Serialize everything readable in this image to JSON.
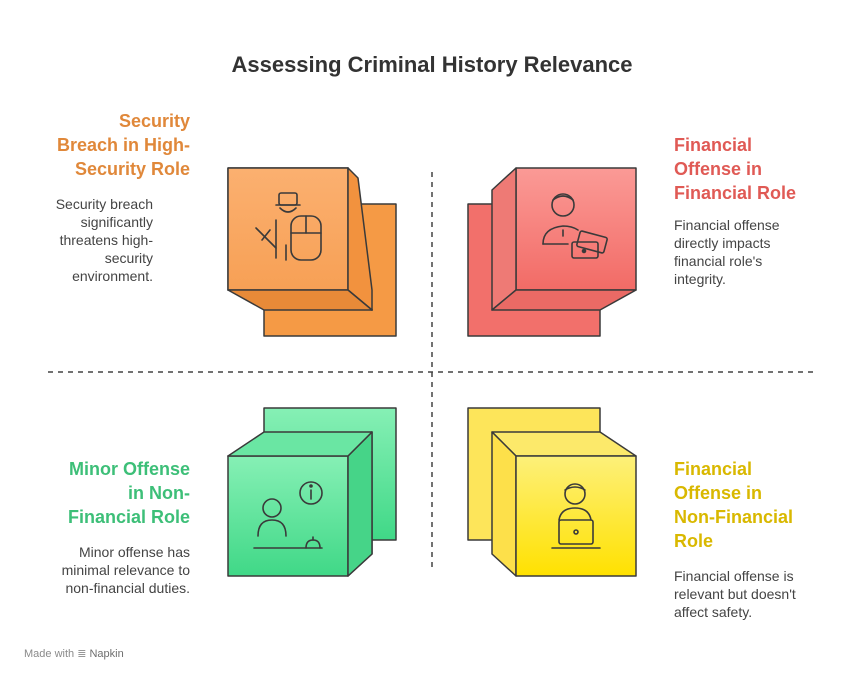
{
  "title": "Assessing Criminal History Relevance",
  "quadrants": {
    "top_left": {
      "title_lines": [
        "Security",
        "Breach in High-",
        "Security Role"
      ],
      "desc_lines": [
        "Security breach",
        "significantly",
        "threatens high-",
        "security",
        "environment."
      ],
      "color": "#e0883a",
      "icon": "security-guard-icon"
    },
    "top_right": {
      "title_lines": [
        "Financial",
        "Offense in",
        "Financial Role"
      ],
      "desc_lines": [
        "Financial offense",
        "directly impacts",
        "financial role's",
        "integrity."
      ],
      "color": "#e05a55",
      "icon": "person-with-cash-icon"
    },
    "bottom_left": {
      "title_lines": [
        "Minor Offense",
        "in Non-",
        "Financial Role"
      ],
      "desc_lines": [
        "Minor offense has",
        "minimal relevance to",
        "non-financial duties."
      ],
      "color": "#3dbf78",
      "icon": "person-at-reception-icon"
    },
    "bottom_right": {
      "title_lines": [
        "Financial",
        "Offense in",
        "Non-Financial",
        "Role"
      ],
      "desc_lines": [
        "Financial offense is",
        "relevant but doesn't",
        "affect safety."
      ],
      "color": "#d9b800",
      "icon": "person-at-laptop-icon"
    }
  },
  "footer": {
    "prefix": "Made with",
    "brand": "Napkin"
  }
}
